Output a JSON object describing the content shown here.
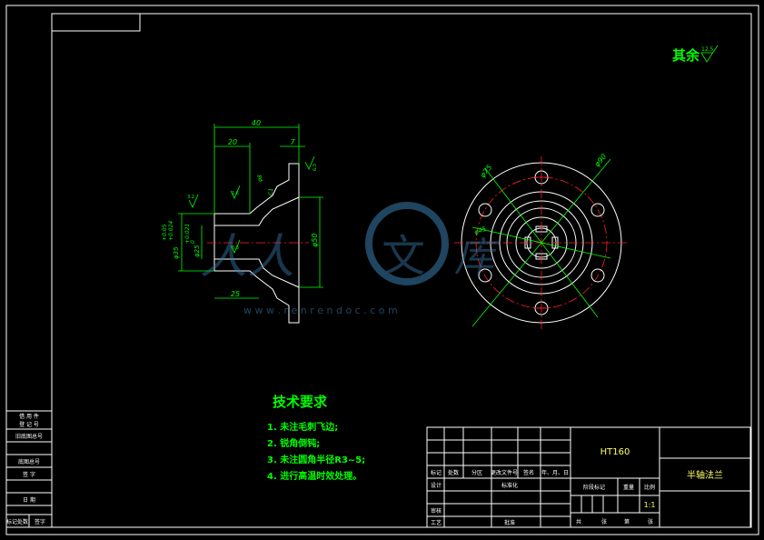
{
  "drawing": {
    "roughness_label": "其余",
    "roughness_value": "12.5",
    "section_roughness_a": "3.2",
    "section_roughness_b": "1.6",
    "section_roughness_c": "6.3",
    "section_roughness_d": "6.3",
    "dim_total_length": "40",
    "dim_neck_length": "20",
    "dim_flange_thickness": "7",
    "dim_bore_depth": "25",
    "dim_outer_dia": "φ50",
    "dim_hub_dia": "φ35",
    "dim_hub_tol_upper": "+0.05",
    "dim_hub_tol_lower": "+0.024",
    "dim_bore_dia": "φ25",
    "dim_bore_tol_upper": "+0.021",
    "dim_bore_tol_lower": "0",
    "dim_small": "φ8",
    "dim_chamfer": "C1",
    "dim_pcd": "φ75",
    "dim_od_front": "φ90",
    "dim_inner_front": "φ45",
    "watermark_url": "w w w . r e n r e n d o c . c o m"
  },
  "tech": {
    "title": "技术要求",
    "items": [
      "1. 未注毛刺飞边;",
      "2. 锐角倒钝;",
      "3. 未注圆角半径R3~5;",
      "4. 进行高温时效处理。"
    ]
  },
  "titleblock": {
    "material": "HT160",
    "part_name": "半轴法兰",
    "scale": "1:1",
    "row_labels": [
      "标记",
      "处数",
      "分区",
      "更改文件号",
      "签名",
      "年、月、日"
    ],
    "design": "设计",
    "standard": "标准化",
    "check": "审核",
    "process": "工艺",
    "approve": "批准",
    "stage": "阶段标记",
    "weight": "重量",
    "ratio": "比例",
    "sheets": [
      "共",
      "张",
      "第",
      "张"
    ]
  },
  "sidebar": {
    "labels": [
      "借 用 件",
      "登 记 号",
      "旧底图总号",
      "底图总号",
      "签 字",
      "日 期",
      "标记处数",
      "签字"
    ]
  }
}
